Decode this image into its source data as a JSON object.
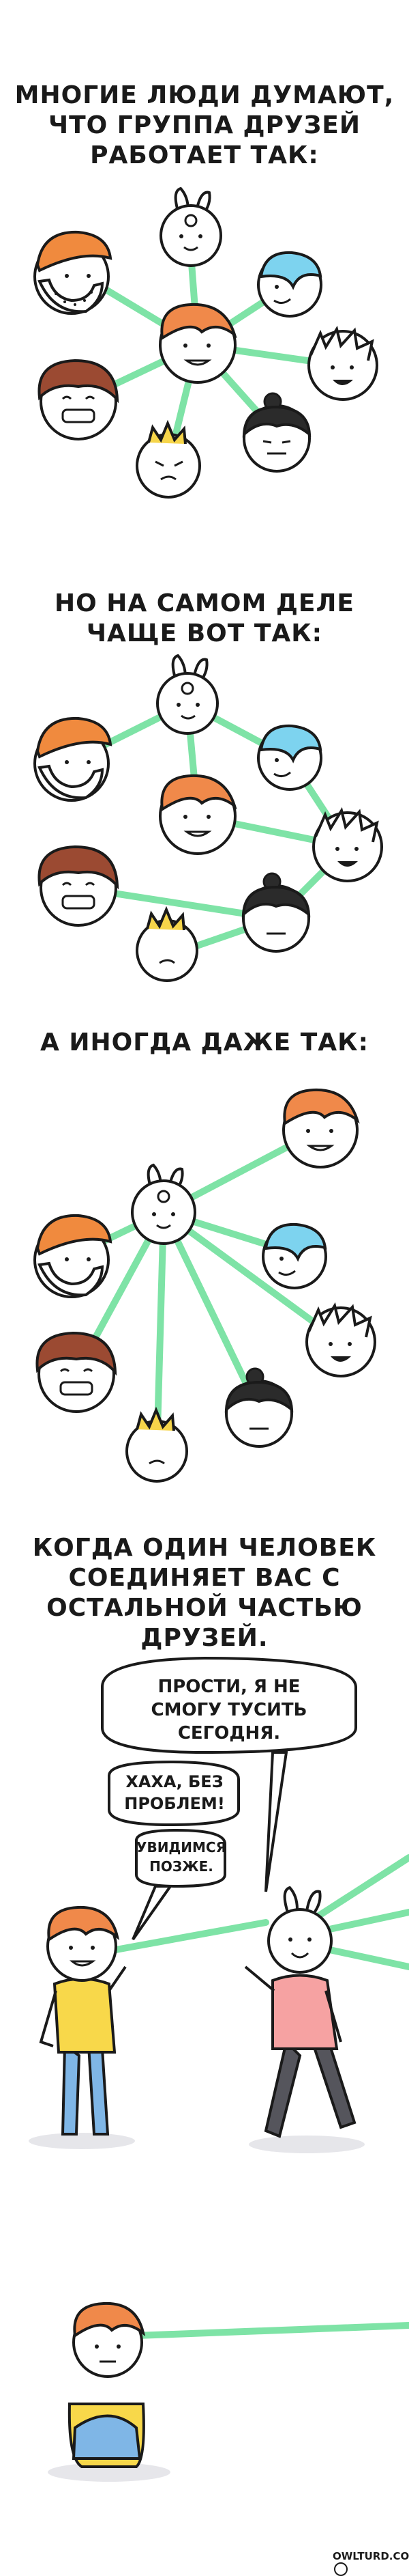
{
  "panel1": {
    "caption_line1": "МНОГИЕ ЛЮДИ ДУМАЮТ,",
    "caption_line2": "ЧТО ГРУППА ДРУЗЕЙ",
    "caption_line3": "РАБОТАЕТ ТАК:"
  },
  "panel2": {
    "caption_line1": "НО НА САМОМ ДЕЛЕ",
    "caption_line2": "ЧАЩЕ ВОТ ТАК:"
  },
  "panel3": {
    "caption_line1": "А ИНОГДА ДАЖЕ ТАК:"
  },
  "panel4": {
    "caption_line1": "КОГДА ОДИН ЧЕЛОВЕК",
    "caption_line2": "СОЕДИНЯЕТ ВАС С",
    "caption_line3": "ОСТАЛЬНОЙ ЧАСТЬЮ",
    "caption_line4": "ДРУЗЕЙ."
  },
  "panel5": {
    "bubble1_line1": "ПРОСТИ, Я НЕ",
    "bubble1_line2": "СМОГУ ТУСИТЬ",
    "bubble1_line3": "СЕГОДНЯ.",
    "bubble2_line1": "ХАХА, БЕЗ",
    "bubble2_line2": "ПРОБЛЕМ!",
    "bubble3_line1": "УВИДИМСЯ",
    "bubble3_line2": "ПОЗЖЕ."
  },
  "footer": {
    "site": "OWLTURD.COM"
  },
  "colors": {
    "link": "#7ee3a6",
    "hair_orange": "#f0894a",
    "cap_orange": "#f08a3e",
    "hair_brown": "#9b4a32",
    "hair_blue": "#7dd3ef",
    "hair_yellow": "#f6d54a",
    "hat_black": "#2b2b2b",
    "shirt_yellow": "#f8d84a",
    "pants_blue": "#7fb6e6",
    "shirt_pink": "#f6a2a2",
    "pants_gray": "#55555c"
  }
}
